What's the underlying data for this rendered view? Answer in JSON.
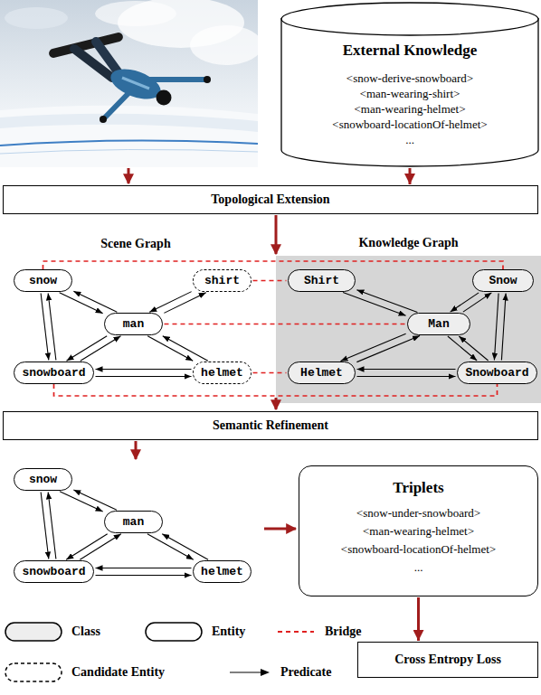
{
  "diagram": {
    "nodes": [
      {
        "text": [
          "External Knowledge",
          "<snow-derive-snowboard>",
          "<man-wearing-shirt>",
          "<man-wearing-helmet>",
          "<snowboard-locationOf-helmet>",
          "..."
        ]
      },
      {
        "text": [
          "Topological Extension"
        ]
      },
      {
        "text": [
          "snow"
        ]
      },
      {
        "text": [
          "shirt"
        ]
      },
      {
        "text": [
          "man"
        ]
      },
      {
        "text": [
          "snowboard"
        ]
      },
      {
        "text": [
          "helmet"
        ]
      },
      {
        "text": [
          "Knowledge Graph"
        ]
      },
      {
        "text": [
          "Shirt"
        ],
        "in": 7
      },
      {
        "text": [
          "Snow"
        ],
        "in": 7
      },
      {
        "text": [
          "Man"
        ],
        "in": 7
      },
      {
        "text": [
          "Helmet"
        ],
        "in": 7
      },
      {
        "text": [
          "Snowboard"
        ],
        "in": 7
      },
      {
        "text": [
          "Semantic Refinement"
        ]
      },
      {
        "text": [
          "snow"
        ]
      },
      {
        "text": [
          "man"
        ]
      },
      {
        "text": [
          "snowboard"
        ]
      },
      {
        "text": [
          "helmet"
        ]
      },
      {
        "text": [
          "Triplets",
          "<snow-under-snowboard>",
          "<man-wearing-helmet>",
          "<snowboard-locationOf-helmet>",
          "..."
        ]
      },
      {
        "text": [
          "Cross Entropy Loss"
        ]
      }
    ],
    "edges": [
      {
        "from": 0,
        "to": 1,
        "arrow": "to"
      },
      {
        "from": 2,
        "to": 5,
        "arrow": "to"
      },
      {
        "from": 5,
        "to": 2,
        "arrow": "to"
      },
      {
        "from": 2,
        "to": 4,
        "arrow": "to"
      },
      {
        "from": 4,
        "to": 2,
        "arrow": "to"
      },
      {
        "from": 4,
        "to": 3,
        "arrow": "to"
      },
      {
        "from": 3,
        "to": 4,
        "arrow": "to"
      },
      {
        "from": 4,
        "to": 5,
        "arrow": "to"
      },
      {
        "from": 5,
        "to": 4,
        "arrow": "to"
      },
      {
        "from": 4,
        "to": 6,
        "arrow": "to"
      },
      {
        "from": 6,
        "to": 4,
        "arrow": "to"
      },
      {
        "from": 5,
        "to": 6,
        "arrow": "to"
      },
      {
        "from": 6,
        "to": 5,
        "arrow": "to"
      },
      {
        "from": 2,
        "to": 9,
        "arrow": "none"
      },
      {
        "from": 3,
        "to": 8,
        "arrow": "none"
      },
      {
        "from": 4,
        "to": 10,
        "arrow": "none"
      },
      {
        "from": 6,
        "to": 11,
        "arrow": "none"
      },
      {
        "from": 5,
        "to": 12,
        "arrow": "none"
      },
      {
        "from": 8,
        "to": 10,
        "arrow": "to"
      },
      {
        "from": 10,
        "to": 8,
        "arrow": "to"
      },
      {
        "from": 10,
        "to": 9,
        "arrow": "to"
      },
      {
        "from": 9,
        "to": 10,
        "arrow": "to"
      },
      {
        "from": 9,
        "to": 12,
        "arrow": "to"
      },
      {
        "from": 12,
        "to": 9,
        "arrow": "to"
      },
      {
        "from": 10,
        "to": 11,
        "arrow": "to"
      },
      {
        "from": 11,
        "to": 10,
        "arrow": "to"
      },
      {
        "from": 10,
        "to": 12,
        "arrow": "to"
      },
      {
        "from": 12,
        "to": 10,
        "arrow": "to"
      },
      {
        "from": 11,
        "to": 12,
        "arrow": "to"
      },
      {
        "from": 12,
        "to": 11,
        "arrow": "to"
      },
      {
        "from": 14,
        "to": 16,
        "arrow": "to"
      },
      {
        "from": 16,
        "to": 14,
        "arrow": "to"
      },
      {
        "from": 14,
        "to": 15,
        "arrow": "to"
      },
      {
        "from": 15,
        "to": 14,
        "arrow": "to"
      },
      {
        "from": 15,
        "to": 16,
        "arrow": "to"
      },
      {
        "from": 16,
        "to": 15,
        "arrow": "to"
      },
      {
        "from": 15,
        "to": 17,
        "arrow": "to"
      },
      {
        "from": 17,
        "to": 15,
        "arrow": "to"
      },
      {
        "from": 16,
        "to": 17,
        "arrow": "to"
      },
      {
        "from": 17,
        "to": 16,
        "arrow": "to"
      },
      {
        "from": 18,
        "to": 19,
        "arrow": "to"
      }
    ],
    "labels": [
      "Scene Graph"
    ],
    "legend": [
      {
        "text": "Class"
      },
      {
        "text": "Entity"
      },
      {
        "text": "Bridge"
      },
      {
        "text": "Candidate Entity"
      },
      {
        "text": "Predicate"
      }
    ]
  }
}
